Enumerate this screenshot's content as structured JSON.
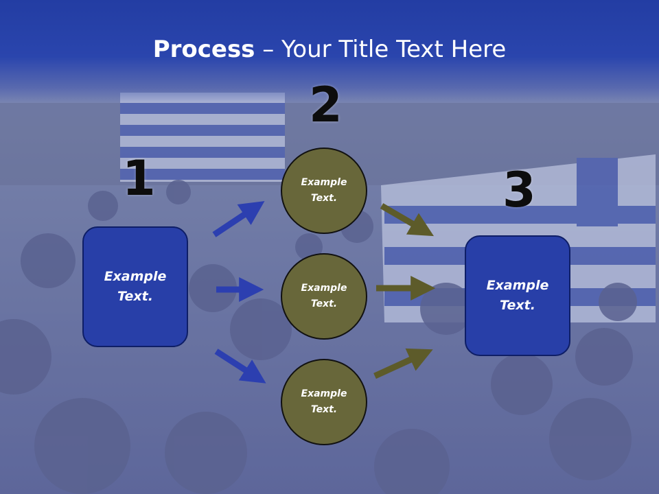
{
  "slide": {
    "title_bold": "Process",
    "title_rest": " – Your Title Text Here",
    "numbers": [
      "1",
      "2",
      "3"
    ],
    "left_box": "Example\nText.",
    "right_box": "Example\nText.",
    "circles": [
      "Example\nText.",
      "Example\nText.",
      "Example\nText."
    ]
  },
  "colors": {
    "title_bar": "#2a45ad",
    "box_fill": "#283fa8",
    "circle_fill": "#68673a",
    "blue_arrow": "#2c3fb0",
    "olive_arrow": "#5d5b2a"
  },
  "background": {
    "description_icon": "crowd-with-flags-photo"
  }
}
